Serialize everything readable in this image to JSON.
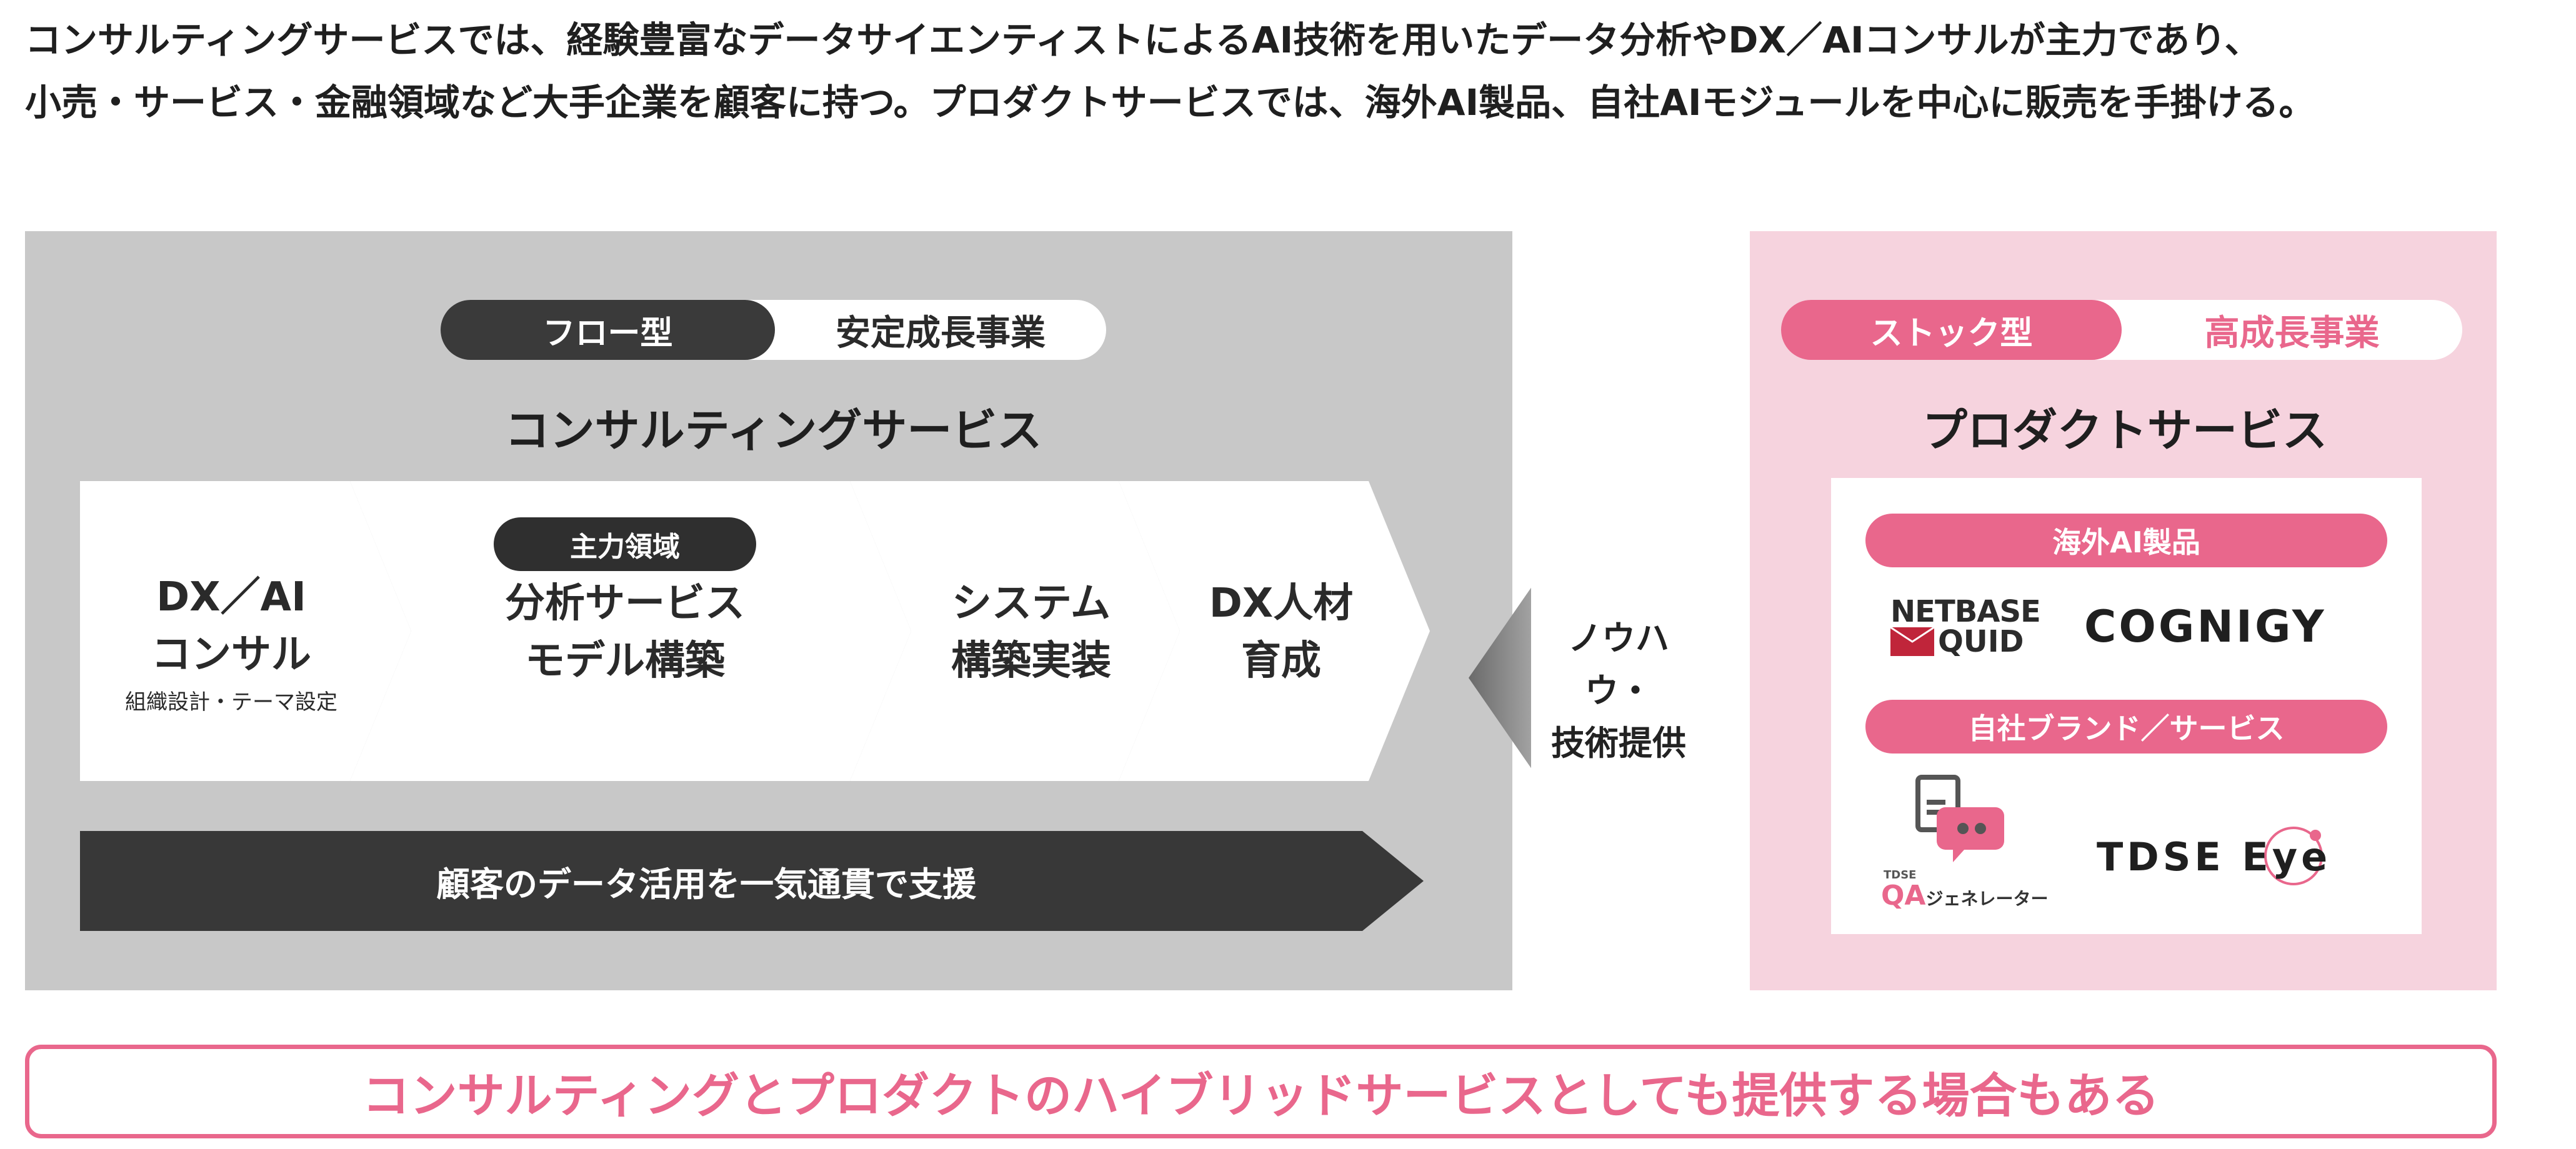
{
  "intro": {
    "line1": "コンサルティングサービスでは、経験豊富なデータサイエンティストによるAI技術を用いたデータ分析やDX／AIコンサルが主力であり、",
    "line2": "小売・サービス・金融領域など大手企業を顧客に持つ。プロダクトサービスでは、海外AI製品、自社AIモジュールを中心に販売を手掛ける。"
  },
  "consulting": {
    "tag": "フロー型",
    "tag_text": "安定成長事業",
    "title": "コンサルティングサービス",
    "main_badge": "主力領域",
    "steps": [
      {
        "l1": "DX／AI",
        "l2": "コンサル",
        "sub": "組織設計・テーマ設定"
      },
      {
        "l1": "分析サービス",
        "l2": "モデル構築"
      },
      {
        "l1": "システム",
        "l2": "構築実装"
      },
      {
        "l1": "DX人材",
        "l2": "育成"
      }
    ],
    "support_bar": "顧客のデータ活用を一気通貫で支援"
  },
  "exchange": {
    "line1": "ノウハウ・",
    "line2": "技術提供"
  },
  "product": {
    "tag": "ストック型",
    "tag_text": "高成長事業",
    "title": "プロダクトサービス",
    "overseas_label": "海外AI製品",
    "own_label": "自社ブランド／サービス",
    "logos": {
      "netbase_line1": "NETBASE",
      "netbase_line2": "QUID",
      "cognigy": "COGNIGY",
      "qa_small": "TDSE",
      "qa_main": "QA",
      "qa_suffix": "ジェネレーター",
      "eye": "TDSE Eye"
    }
  },
  "hybrid_note": "コンサルティングとプロダクトのハイブリッドサービスとしても提供する場合もある",
  "colors": {
    "pink": "#e9678c",
    "dark": "#2f2f2f",
    "gray_panel": "#c8c8c8",
    "pink_panel": "#f6d3de"
  }
}
